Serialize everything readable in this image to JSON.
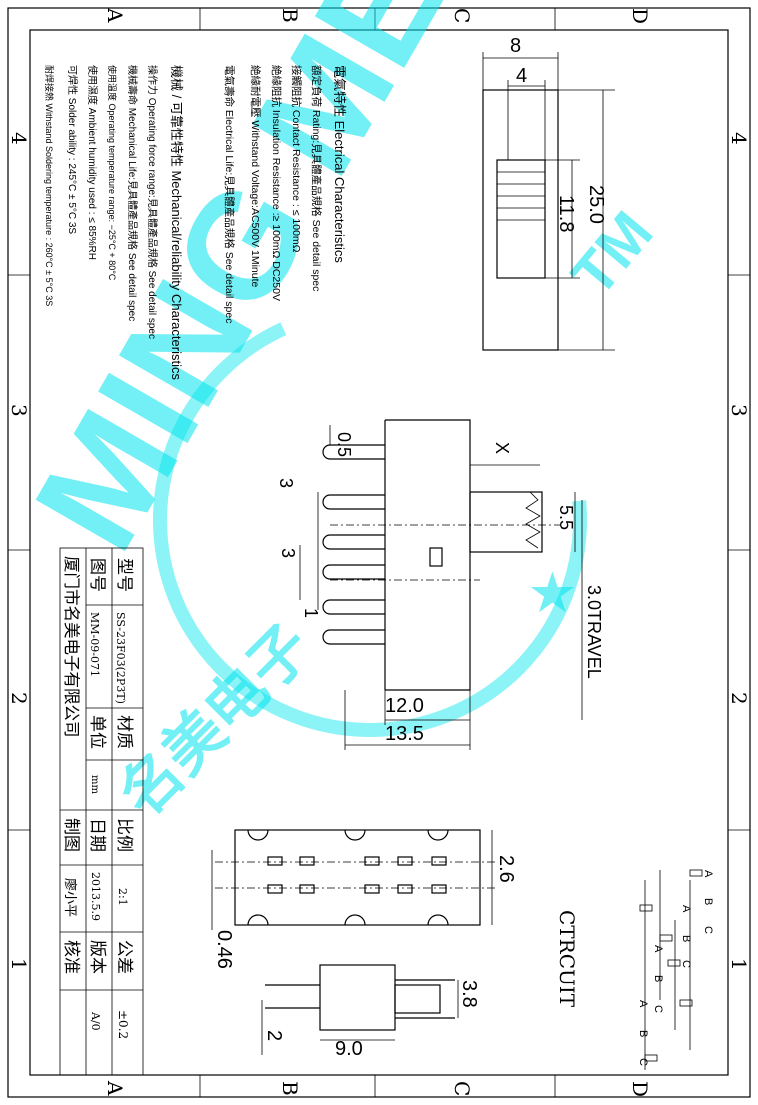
{
  "border": {
    "columns": [
      "A",
      "B",
      "C",
      "D"
    ],
    "rows": [
      "4",
      "3",
      "2",
      "1"
    ]
  },
  "specs": {
    "electrical_title": "電氣特性 Electrical Characteristics",
    "electrical": [
      "額定負荷 Rating:見具體產品規格 See detail spec",
      "接觸阻抗 Contact Resistance : ≤ 100mΩ",
      "絶緣阻抗 Insulation Resistance :≥ 100mΩ DC250V",
      "絶緣耐電壓 Withstand Voltage:AC500V 1Minute",
      "電氣壽命 Electrical Life:見具體產品規格 See detail spec"
    ],
    "mechanical_title": "機械 / 可靠性特性 Mechanical/reliability Characteristics",
    "mechanical": [
      "操作力 Operating force range:見具體產品規格 See detail spec",
      "機械壽命 Mechanical Life:見具體產品規格 See detail spec",
      "使用溫度 Operating temperature range: −25°C + 80°C",
      "使用濕度 Ambient humidity used : ≤ 85%RH",
      "可焊性 Solder ability : 245°C ± 5°C 3S",
      "耐焊接熱 Withstand Soldering temperature : 260°C ± 5°C 3S"
    ]
  },
  "dimensions": {
    "top_width": "8",
    "top_inner": "4",
    "top_length": "25.0",
    "top_slot": "11.8",
    "pin_gap": "0.5",
    "pitch_a": "3",
    "pitch_b": "3",
    "pin_width": "1",
    "x_label": "X",
    "actuator": "5.5",
    "travel": "3.0TRAVEL",
    "body_12": "12.0",
    "body_13": "13.5",
    "bottom_26": "2.6",
    "bottom_046": "0.46",
    "side_38": "3.8",
    "side_2": "2",
    "side_90": "9.0"
  },
  "circuit": {
    "title": "CTRCUIT",
    "labels": [
      "A",
      "B",
      "C"
    ]
  },
  "title_block": {
    "model_label": "型号",
    "model_value": "SS-23F03(2P3T)",
    "material_label": "材质",
    "material_value": "",
    "scale_label": "比例",
    "scale_value": "2:1",
    "tolerance_label": "公差",
    "tolerance_value": "±0.2",
    "drawing_no_label": "图号",
    "drawing_no_value": "MM-09-071",
    "unit_label": "单位",
    "unit_value": "mm",
    "date_label": "日期",
    "date_value": "2013.5.9",
    "version_label": "版本",
    "version_value": "A/0",
    "company": "厦门市名美电子有限公司",
    "drawn_label": "制图",
    "drawn_value": "廖小平",
    "approved_label": "核准"
  },
  "watermark": {
    "brand": "MING MEI",
    "cn": "名美电子",
    "tm": "TM"
  }
}
